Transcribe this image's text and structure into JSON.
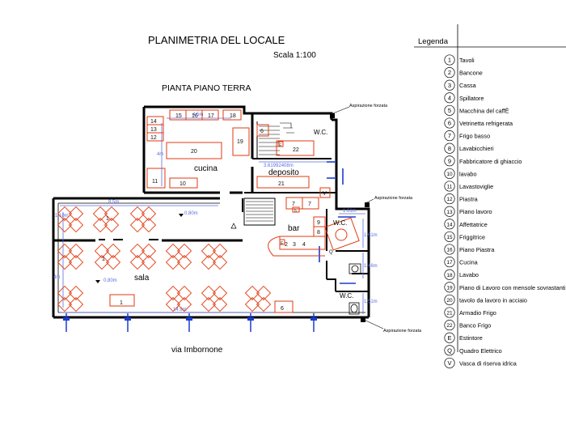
{
  "title": "PLANIMETRIA DEL LOCALE",
  "scale": "Scala 1:100",
  "floor_label": "PIANTA PIANO TERRA",
  "street_label": "via Imbornone",
  "rooms": {
    "cucina": "cucina",
    "deposito": "deposito",
    "sala": "sala",
    "bar": "bar",
    "wc1": "W.C.",
    "wc2": "W.C.",
    "wc3": "W.C."
  },
  "annotations": {
    "aspirazione_top": "Aspirazione forzata",
    "aspirazione_right": "Aspirazione forzata",
    "aspirazione_bottom": "Aspirazione forzata"
  },
  "dimensions": {
    "kitchen_top": "4.5m",
    "kitchen_side": "4m",
    "deposito": "3.61992408m",
    "sala_top": "8.5m",
    "sala_left": "1.10m",
    "sala_bottom": "14.9m",
    "sala_side": "4m",
    "bar_wc_top": "1.61m",
    "wc_a": "1.61m",
    "wc_b": "1.46m",
    "wc_c": "1.51m",
    "marker_a": "0.80m",
    "marker_b": "0.80m"
  },
  "kitchen_items": {
    "i15": "15",
    "i16": "16",
    "i17": "17",
    "i18": "18",
    "i14": "14",
    "i13": "13",
    "i12": "12",
    "i19": "19",
    "i20": "20",
    "i11": "11",
    "i10": "10"
  },
  "deposito_items": {
    "i6": "6",
    "i22": "22",
    "i21": "21",
    "iv": "V",
    "ie": "E"
  },
  "bar_items": {
    "i7a": "7",
    "i7b": "7",
    "i5": "5",
    "i9": "9",
    "i8": "8",
    "i4": "4",
    "i3": "3",
    "i2": "2",
    "iq": "Q",
    "ie": "E"
  },
  "sala_items": {
    "t1a": "1",
    "t1b": "1",
    "t1c": "1",
    "t6": "6"
  },
  "legend": {
    "title": "Legenda",
    "items": [
      {
        "sym": "1",
        "label": "Tavoli"
      },
      {
        "sym": "2",
        "label": "Bancone"
      },
      {
        "sym": "3",
        "label": "Cassa"
      },
      {
        "sym": "4",
        "label": "Spillatore"
      },
      {
        "sym": "5",
        "label": "Macchina del caffÈ"
      },
      {
        "sym": "6",
        "label": "Vetrinetta refrigerata"
      },
      {
        "sym": "7",
        "label": "Frigo basso"
      },
      {
        "sym": "8",
        "label": "Lavabicchieri"
      },
      {
        "sym": "9",
        "label": "Fabbricatore di ghiaccio"
      },
      {
        "sym": "10",
        "label": "lavabo"
      },
      {
        "sym": "11",
        "label": "Lavastoviglie"
      },
      {
        "sym": "12",
        "label": "Piastra"
      },
      {
        "sym": "13",
        "label": "Piano lavoro"
      },
      {
        "sym": "14",
        "label": "Affettatrice"
      },
      {
        "sym": "15",
        "label": "Friggitrice"
      },
      {
        "sym": "16",
        "label": "Piano Piastra"
      },
      {
        "sym": "17",
        "label": "Cucina"
      },
      {
        "sym": "18",
        "label": "Lavabo"
      },
      {
        "sym": "19",
        "label": "Piano di Lavoro con mensole sovrastanti"
      },
      {
        "sym": "20",
        "label": "tavolo da lavoro in acciaio"
      },
      {
        "sym": "21",
        "label": "Armadio Frigo"
      },
      {
        "sym": "22",
        "label": "Banco Frigo"
      },
      {
        "sym": "E",
        "label": "Estintore"
      },
      {
        "sym": "Q",
        "label": "Quadro Elettrico"
      },
      {
        "sym": "V",
        "label": "Vasca di riserva idrica"
      }
    ]
  }
}
